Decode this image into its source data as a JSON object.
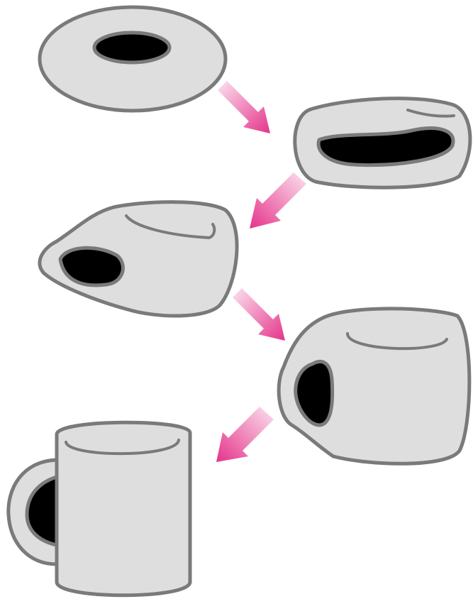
{
  "colors": {
    "background": "#ffffff",
    "body_fill": "#dedede",
    "outline": "#7a7a7a",
    "hole": "#000000",
    "arrow_light": "#fbe3ef",
    "arrow_dark": "#e5338a"
  },
  "stages": [
    {
      "name": "torus"
    },
    {
      "name": "flattened-torus"
    },
    {
      "name": "dented-torus"
    },
    {
      "name": "bulging-cup"
    },
    {
      "name": "coffee-mug"
    }
  ],
  "arrows": [
    {
      "direction": "down-right"
    },
    {
      "direction": "down-left"
    },
    {
      "direction": "down-right"
    },
    {
      "direction": "down-left"
    }
  ]
}
